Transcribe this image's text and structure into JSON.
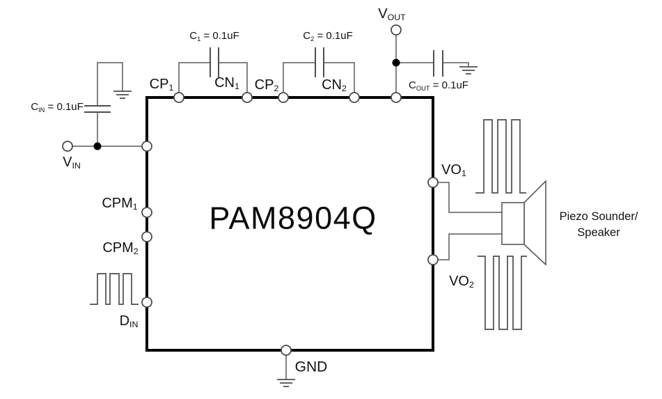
{
  "chip": {
    "name": "PAM8904Q"
  },
  "pins": {
    "cp1": {
      "main": "CP",
      "sub": "1"
    },
    "cn1": {
      "main": "CN",
      "sub": "1"
    },
    "cp2": {
      "main": "CP",
      "sub": "2"
    },
    "cn2": {
      "main": "CN",
      "sub": "2"
    },
    "cpm1": {
      "main": "CPM",
      "sub": "1"
    },
    "cpm2": {
      "main": "CPM",
      "sub": "2"
    },
    "din": {
      "main": "D",
      "sub": "IN"
    },
    "vo1": {
      "main": "VO",
      "sub": "1"
    },
    "vo2": {
      "main": "VO",
      "sub": "2"
    },
    "gnd": {
      "main": "GND",
      "sub": ""
    }
  },
  "terminals": {
    "vin": {
      "main": "V",
      "sub": "IN"
    },
    "vout": {
      "main": "V",
      "sub": "OUT"
    }
  },
  "capacitors": {
    "c1": {
      "main": "C",
      "sub": "1",
      "rest": " = 0.1uF"
    },
    "c2": {
      "main": "C",
      "sub": "2",
      "rest": " = 0.1uF"
    },
    "cin": {
      "main": "C",
      "sub": "IN",
      "rest": " = 0.1uF"
    },
    "cout": {
      "main": "C",
      "sub": "OUT",
      "rest": " = 0.1uF"
    }
  },
  "load": {
    "line1": "Piezo Sounder/",
    "line2": "Speaker"
  },
  "colors": {
    "background": "#ffffff",
    "wire": "#595959",
    "ic_border": "#000000",
    "text": "#111111"
  }
}
